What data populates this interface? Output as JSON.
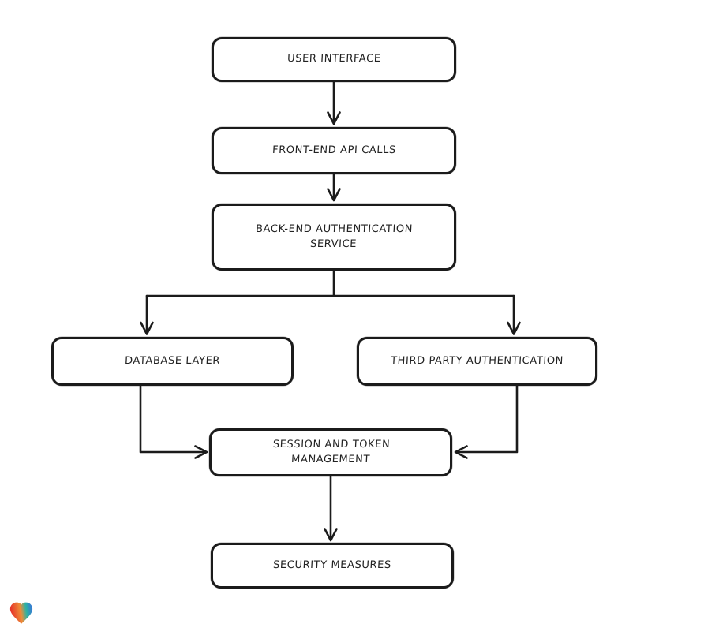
{
  "page": {
    "background_color": "#ffffff",
    "stroke_color": "#1b1b1b"
  },
  "diagram": {
    "type": "flowchart",
    "style": "hand-drawn",
    "direction": "top-down",
    "node_fill": "#ffffff",
    "nodes": [
      {
        "id": "user-interface",
        "label": "USER INTERFACE"
      },
      {
        "id": "front-end-api-calls",
        "label": "FRONT-END API CALLS"
      },
      {
        "id": "back-end-authentication-service",
        "label": "BACK-END AUTHENTICATION SERVICE"
      },
      {
        "id": "database-layer",
        "label": "DATABASE LAYER"
      },
      {
        "id": "third-party-authentication",
        "label": "THIRD PARTY AUTHENTICATION"
      },
      {
        "id": "session-and-token-management",
        "label": "SESSION AND TOKEN MANAGEMENT"
      },
      {
        "id": "security-measures",
        "label": "SECURITY MEASURES"
      }
    ],
    "edges": [
      {
        "from": "user-interface",
        "to": "front-end-api-calls"
      },
      {
        "from": "front-end-api-calls",
        "to": "back-end-authentication-service"
      },
      {
        "from": "back-end-authentication-service",
        "to": "database-layer"
      },
      {
        "from": "back-end-authentication-service",
        "to": "third-party-authentication"
      },
      {
        "from": "database-layer",
        "to": "session-and-token-management"
      },
      {
        "from": "third-party-authentication",
        "to": "session-and-token-management"
      },
      {
        "from": "session-and-token-management",
        "to": "security-measures"
      }
    ]
  },
  "branding": {
    "logo": "eraser-heart-logo",
    "logo_colors": [
      "#e6352b",
      "#ee8c38",
      "#2bb3a3",
      "#3b6be0"
    ]
  }
}
